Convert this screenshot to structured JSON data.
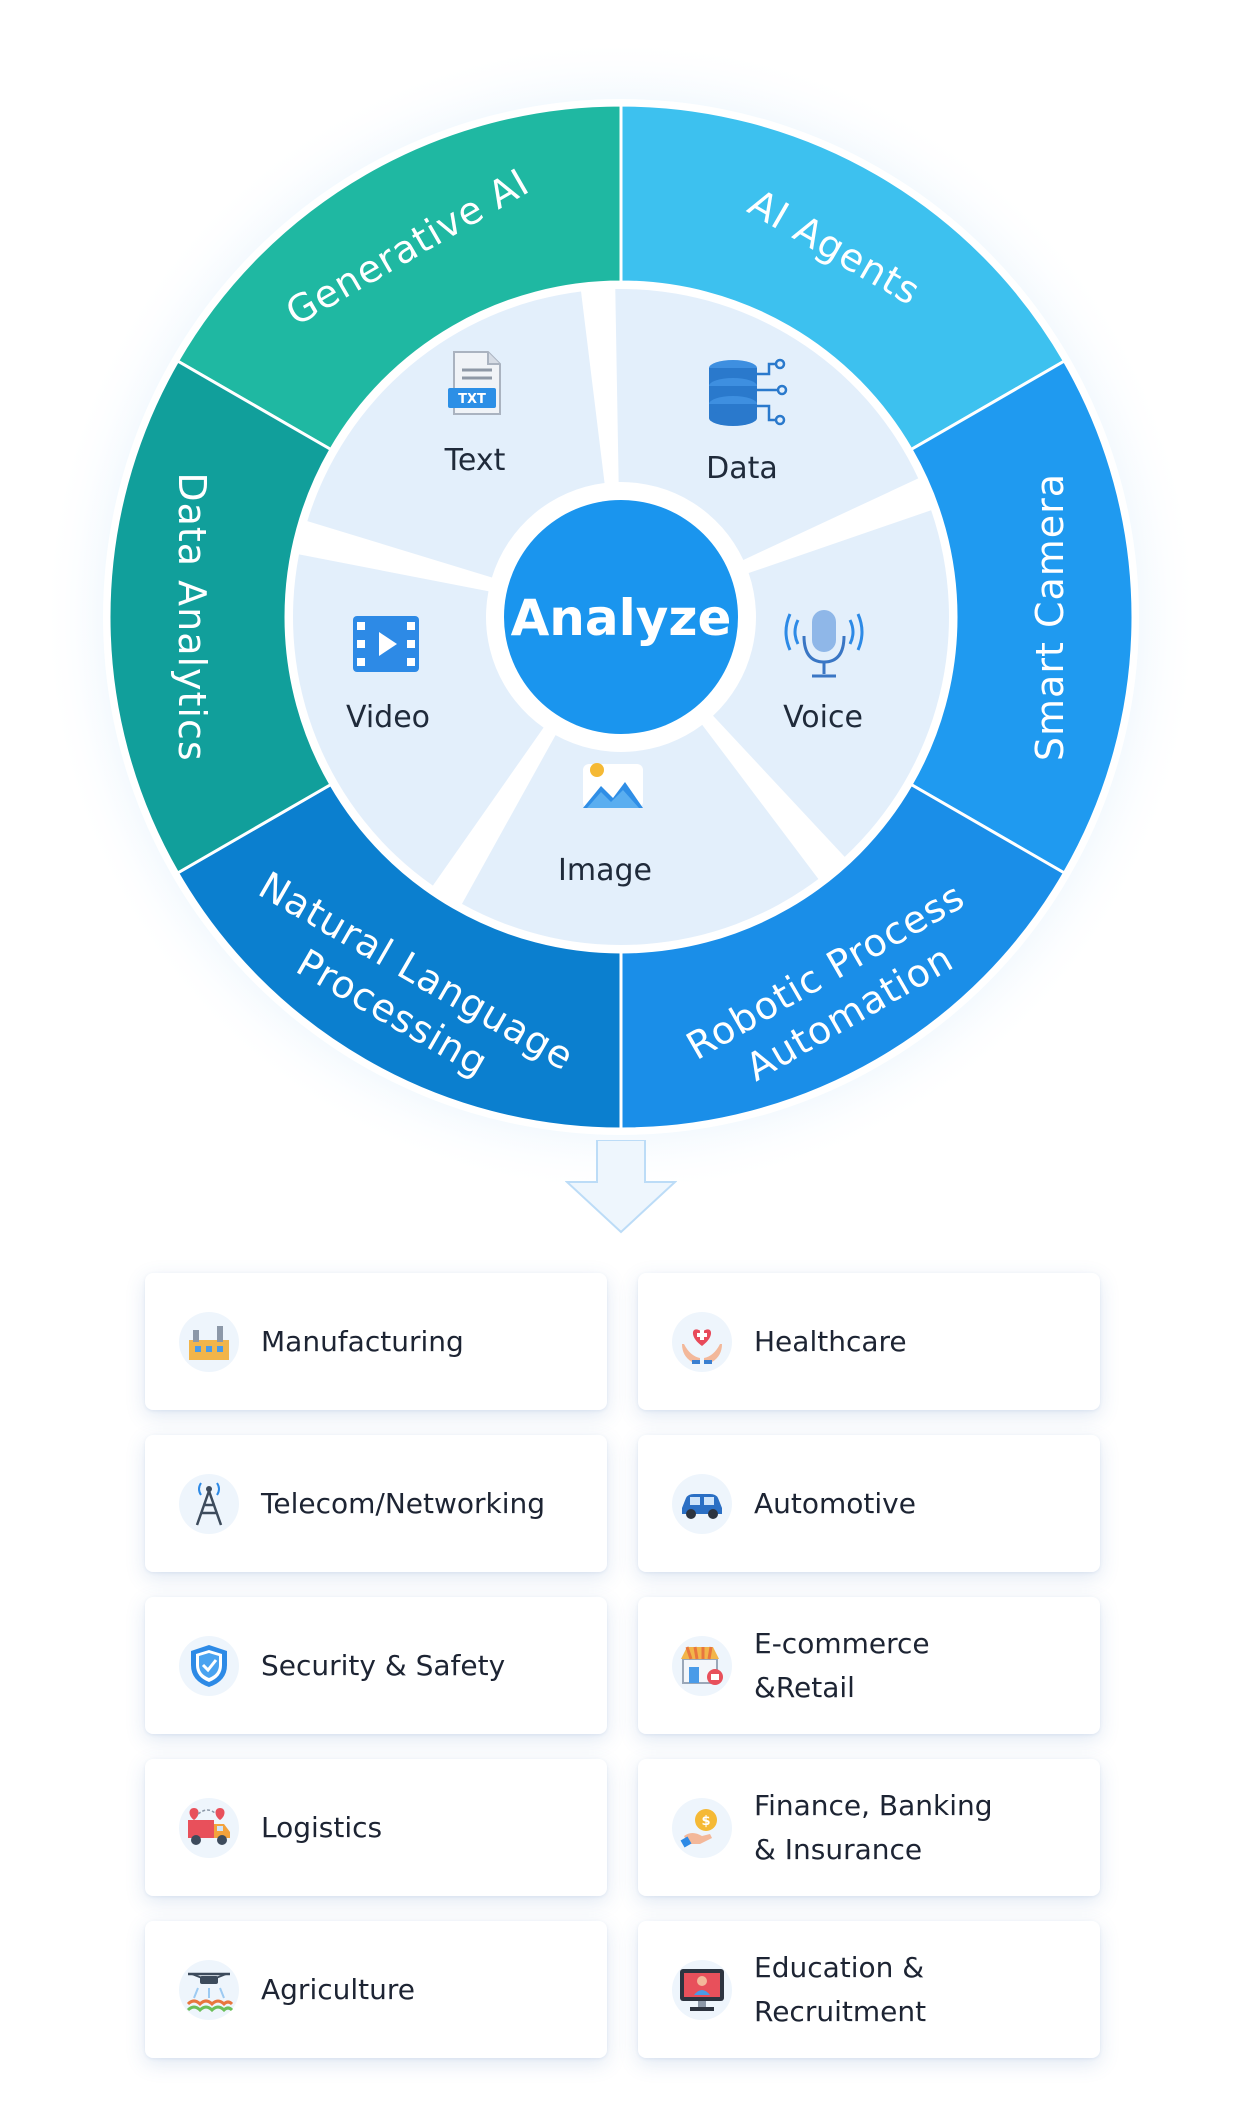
{
  "center": {
    "label": "Analyze"
  },
  "outer_segments": [
    {
      "label": "Generative AI",
      "color": "#1fb8a2"
    },
    {
      "label": "AI Agents",
      "color": "#3dc1ef"
    },
    {
      "label": "Smart Camera",
      "color": "#1f9af0"
    },
    {
      "label": "Robotic Process",
      "label2": "Automation",
      "color": "#1a8ee8"
    },
    {
      "label": "Natural Language",
      "label2": "Processing",
      "color": "#0b7fcf"
    },
    {
      "label": "Data Analytics",
      "color": "#119f9b"
    }
  ],
  "inner_segments": [
    {
      "label": "Text",
      "icon": "txt-file-icon"
    },
    {
      "label": "Data",
      "icon": "database-icon"
    },
    {
      "label": "Voice",
      "icon": "microphone-icon"
    },
    {
      "label": "Image",
      "icon": "image-icon"
    },
    {
      "label": "Video",
      "icon": "video-icon"
    }
  ],
  "industries": [
    {
      "label": "Manufacturing",
      "icon": "factory-icon"
    },
    {
      "label": "Healthcare",
      "icon": "healthcare-hands-icon"
    },
    {
      "label": "Telecom/Networking",
      "icon": "cell-tower-icon"
    },
    {
      "label": "Automotive",
      "icon": "car-icon"
    },
    {
      "label": "Security & Safety",
      "icon": "shield-check-icon"
    },
    {
      "label": "E-commerce\n&Retail",
      "icon": "storefront-icon"
    },
    {
      "label": "Logistics",
      "icon": "delivery-truck-icon"
    },
    {
      "label": "Finance, Banking\n& Insurance",
      "icon": "coin-hand-icon"
    },
    {
      "label": "Agriculture",
      "icon": "drone-crops-icon"
    },
    {
      "label": "Education &\nRecruitment",
      "icon": "monitor-teacher-icon"
    }
  ],
  "colors": {
    "center": "#1a95ee",
    "inner_ring": "#e3effb",
    "glow": "#bfe0fb"
  }
}
